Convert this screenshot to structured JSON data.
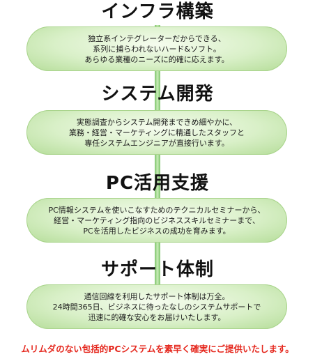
{
  "sections": [
    {
      "title": "インフラ構築",
      "lines": [
        "独立系インテグレーターだからできる、",
        "系列に捕らわれないハード&ソフト。",
        "あらゆる業種のニーズに的確に応えます。"
      ]
    },
    {
      "title": "システム開発",
      "lines": [
        "実態調査からシステム開発まできめ細やかに、",
        "業務・経営・マーケティングに精通したスタッフと",
        "専任システムエンジニアが直接行います。"
      ]
    },
    {
      "title": "PC活用支援",
      "lines": [
        "PC情報システムを使いこなすためのテクニカルセミナーから、",
        "経営・マーケティング指向のビジネススキルセミナーまで、",
        "PCを活用したビジネスの成功を育みます。"
      ]
    },
    {
      "title": "サポート体制",
      "lines": [
        "通信回線を利用したサポート体制は万全。",
        "24時間365日、ビジネスに待ったなしのシステムサポートで",
        "迅速に的確な安心をお届けいたします。"
      ]
    }
  ],
  "footer": "ムリムダのない包括的PCシステムを素早く確実にご提供いたします。",
  "colors": {
    "accent_green": "#b5dd99",
    "footer_red": "#e5281e"
  }
}
